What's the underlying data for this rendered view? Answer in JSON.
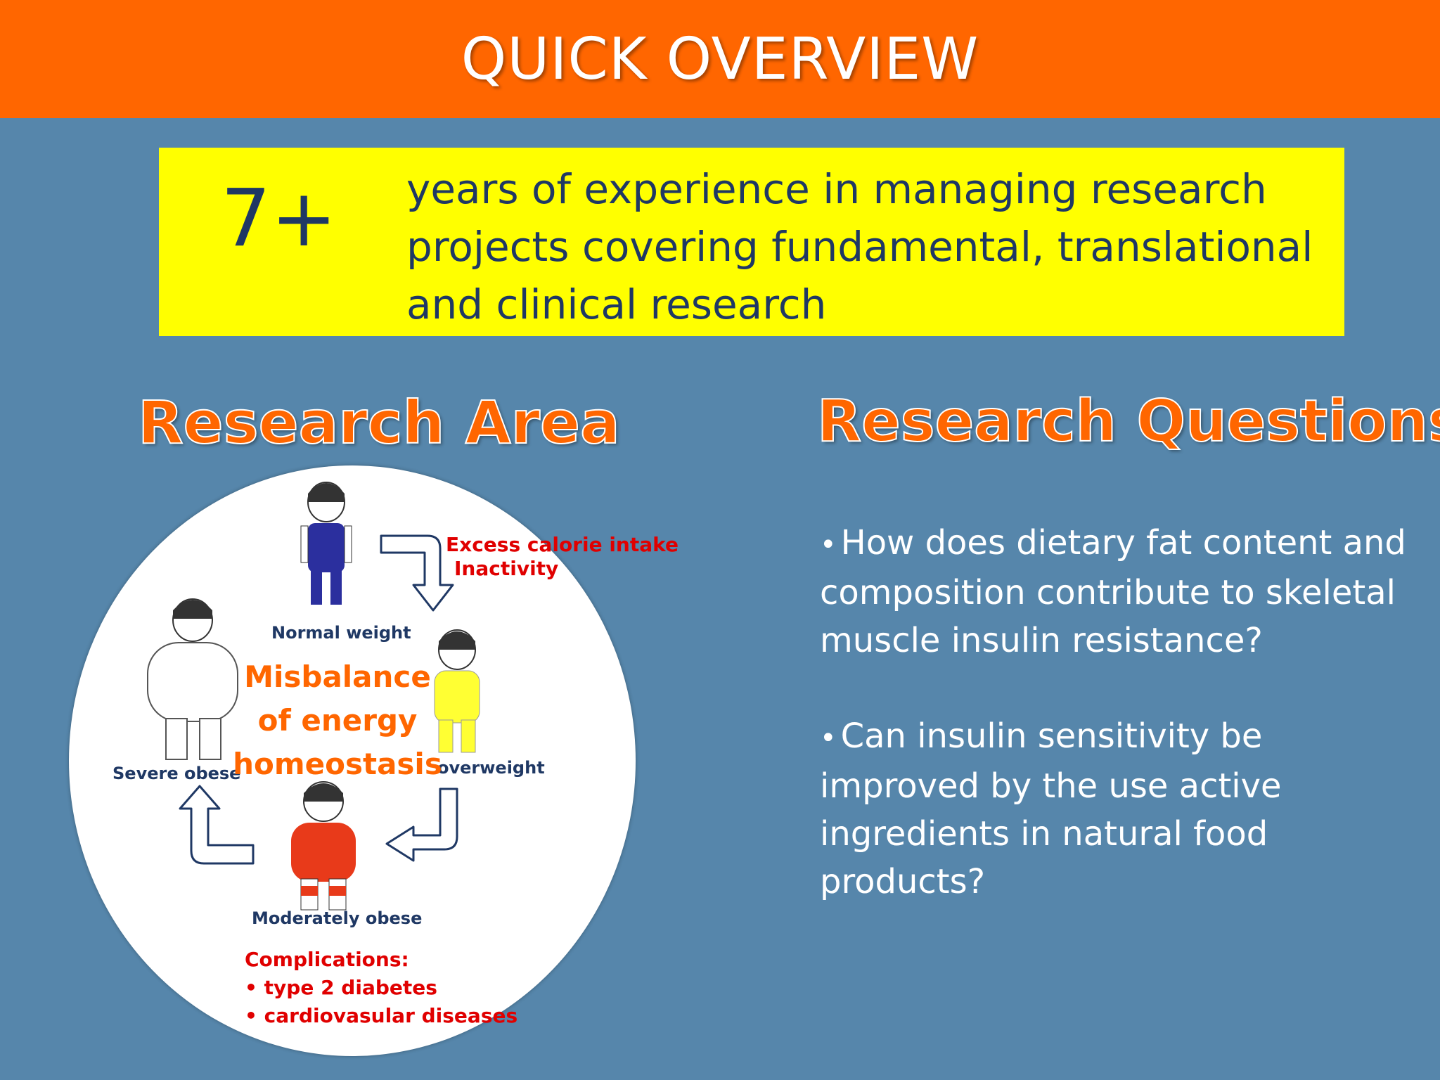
{
  "header": {
    "title": "QUICK OVERVIEW"
  },
  "stat": {
    "number": "7+",
    "text": "years of experience in managing research projects covering fundamental, translational and clinical research"
  },
  "research_area": {
    "heading": "Research Area",
    "labels": {
      "normal_weight": "Normal weight",
      "overweight": "overweight",
      "moderately_obese": "Moderately obese",
      "severe_obese": "Severe obese",
      "excess_calorie": "Excess calorie intake",
      "inactivity": "Inactivity"
    },
    "center": [
      "Misbalance",
      "of energy",
      "homeostasis"
    ],
    "complications": {
      "title": "Complications:",
      "items": [
        "type 2 diabetes",
        "cardiovasular diseases"
      ]
    }
  },
  "research_questions": {
    "heading": "Research Questions",
    "items": [
      "How does dietary fat content and composition contribute to skeletal muscle insulin resistance?",
      "Can insulin sensitivity be improved by the use active ingredients in natural food products?"
    ]
  },
  "colors": {
    "header": "#ff6600",
    "background": "#5686ab",
    "stat_box": "#ffff00",
    "navy": "#1f3864",
    "accent_orange": "#ff6600",
    "red": "#e00000",
    "figure_normal": "#2b2f9e",
    "figure_overweight": "#ffff33",
    "figure_moderate": "#e83a1a",
    "figure_severe": "#ffffff"
  }
}
